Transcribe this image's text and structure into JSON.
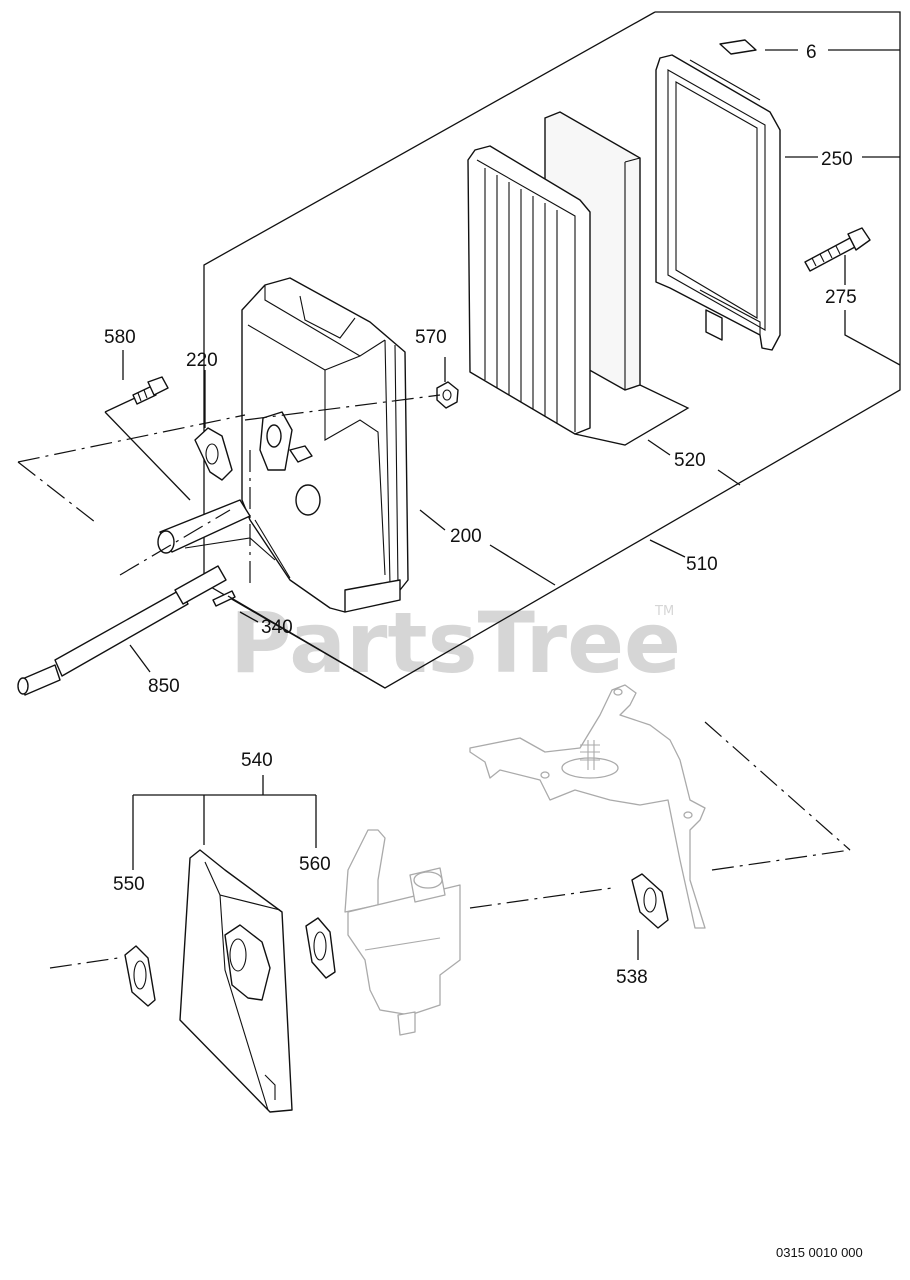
{
  "watermark": {
    "text": "PartsTree",
    "trademark": "TM"
  },
  "drawing_code": "0315 0010 000",
  "callouts": {
    "c6": "6",
    "c250": "250",
    "c275": "275",
    "c520": "520",
    "c510": "510",
    "c200": "200",
    "c570": "570",
    "c580": "580",
    "c220": "220",
    "c340": "340",
    "c850": "850",
    "c540": "540",
    "c550": "550",
    "c560": "560",
    "c538": "538"
  },
  "colors": {
    "line": "#111111",
    "ghost_part": "#aaaaaa",
    "watermark": "#d6d6d6"
  }
}
